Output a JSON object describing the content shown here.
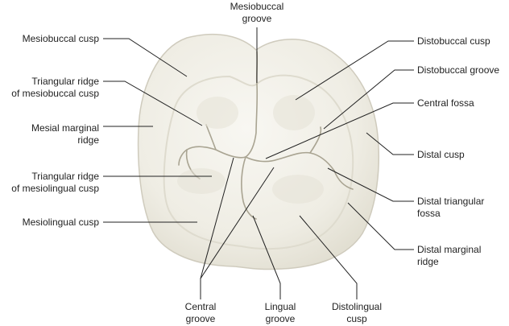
{
  "labels": {
    "mesiobuccal_groove": [
      "Mesiobuccal",
      "groove"
    ],
    "mesiobuccal_cusp": [
      "Mesiobuccal cusp"
    ],
    "tri_ridge_mb": [
      "Triangular ridge",
      "of mesiobuccal cusp"
    ],
    "mesial_marginal": [
      "Mesial marginal",
      "ridge"
    ],
    "tri_ridge_ml": [
      "Triangular ridge",
      "of mesiolingual cusp"
    ],
    "mesiolingual_cusp": [
      "Mesiolingual cusp"
    ],
    "distobuccal_cusp": [
      "Distobuccal cusp"
    ],
    "distobuccal_groove": [
      "Distobuccal groove"
    ],
    "central_fossa": [
      "Central fossa"
    ],
    "distal_cusp": [
      "Distal cusp"
    ],
    "distal_tri_fossa": [
      "Distal triangular",
      "fossa"
    ],
    "distal_marginal": [
      "Distal marginal",
      "ridge"
    ],
    "central_groove": [
      "Central",
      "groove"
    ],
    "lingual_groove": [
      "Lingual",
      "groove"
    ],
    "distolingual_cusp": [
      "Distolingual",
      "cusp"
    ]
  },
  "colors": {
    "tooth_fill": "#efede4",
    "tooth_shade": "#e3e0d4",
    "outline": "#cfcbbd",
    "groove": "#a9a492",
    "leader": "#222222"
  }
}
